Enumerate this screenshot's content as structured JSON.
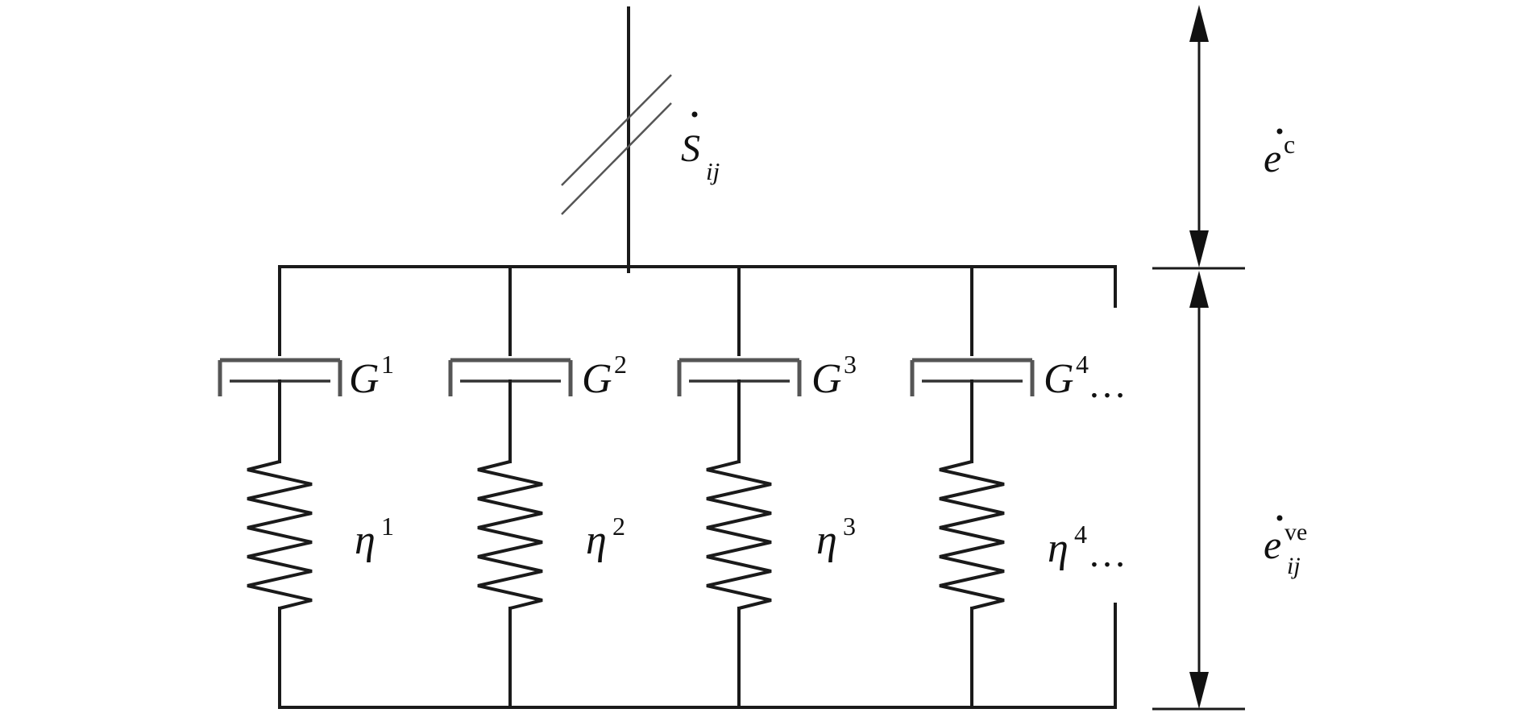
{
  "top_element": {
    "symbol": "S",
    "subscript": "ij"
  },
  "branches": [
    {
      "stiffness": "G",
      "stiffness_sup": "1",
      "viscosity": "η",
      "viscosity_sup": "1",
      "ellipsis": ""
    },
    {
      "stiffness": "G",
      "stiffness_sup": "2",
      "viscosity": "η",
      "viscosity_sup": "2",
      "ellipsis": ""
    },
    {
      "stiffness": "G",
      "stiffness_sup": "3",
      "viscosity": "η",
      "viscosity_sup": "3",
      "ellipsis": ""
    },
    {
      "stiffness": "G",
      "stiffness_sup": "4",
      "viscosity": "η",
      "viscosity_sup": "4",
      "ellipsis": "…"
    }
  ],
  "strain_labels": {
    "creep": {
      "symbol": "e",
      "superscript": "c"
    },
    "viscoelastic": {
      "symbol": "e",
      "superscript": "ve",
      "subscript": "ij"
    }
  }
}
